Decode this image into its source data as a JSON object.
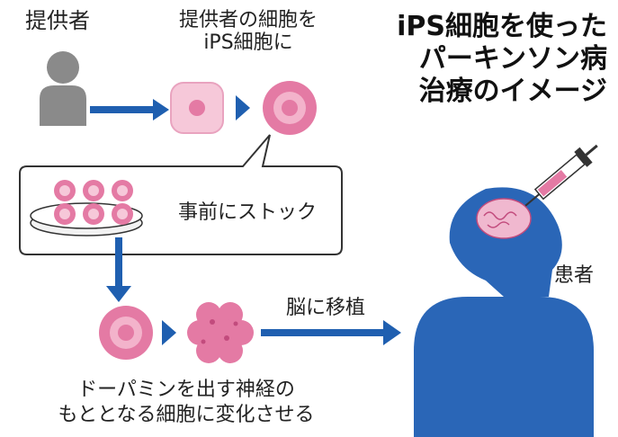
{
  "title_lines": [
    "iPS細胞を使った",
    "パーキンソン病",
    "治療のイメージ"
  ],
  "donor_label": "提供者",
  "convert_label_lines": [
    "提供者の細胞を",
    "iPS細胞に"
  ],
  "stock_label": "事前にストック",
  "transplant_label": "脳に移植",
  "patient_label": "患者",
  "dopamine_label_lines": [
    "ドーパミンを出す神経の",
    "もととなる細胞に変化させる"
  ],
  "colors": {
    "arrow_blue": "#1f5fb0",
    "person_gray": "#8a8a8a",
    "patient_blue": "#2a66b7",
    "cell_pink": "#e47aa4",
    "cell_light_pink": "#f6c8d9",
    "brain_pink": "#f0b8cf"
  }
}
